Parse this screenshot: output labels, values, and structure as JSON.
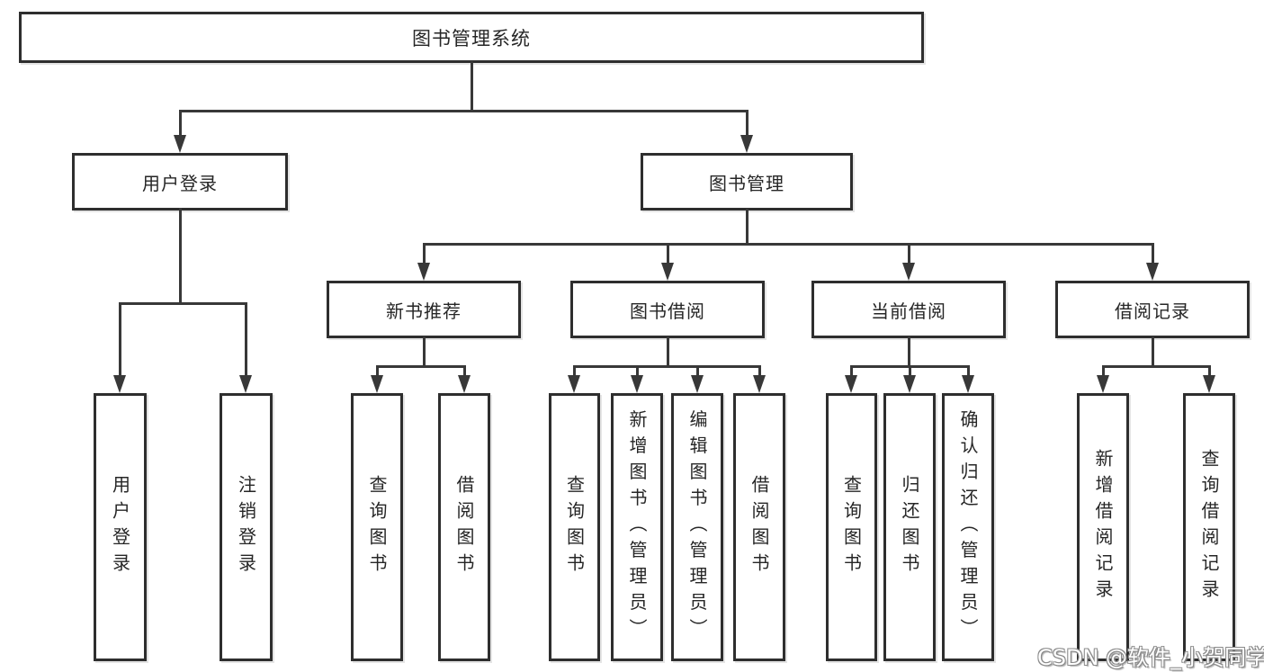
{
  "diagram": {
    "root": {
      "label": "图书管理系统"
    },
    "level2": [
      {
        "label": "用户登录"
      },
      {
        "label": "图书管理"
      }
    ],
    "level3": [
      {
        "label": "新书推荐"
      },
      {
        "label": "图书借阅"
      },
      {
        "label": "当前借阅"
      },
      {
        "label": "借阅记录"
      }
    ],
    "leaves": {
      "user_login": [
        {
          "label": "用户登录"
        },
        {
          "label": "注销登录"
        }
      ],
      "new_book_recommend": [
        {
          "label": "查询图书"
        },
        {
          "label": "借阅图书"
        }
      ],
      "book_borrow": [
        {
          "label": "查询图书"
        },
        {
          "label": "新增图书（管理员）"
        },
        {
          "label": "编辑图书（管理员）"
        },
        {
          "label": "借阅图书"
        }
      ],
      "current_borrow": [
        {
          "label": "查询图书"
        },
        {
          "label": "归还图书"
        },
        {
          "label": "确认归还（管理员）"
        }
      ],
      "borrow_record": [
        {
          "label": "新增借阅记录"
        },
        {
          "label": "查询借阅记录"
        }
      ]
    },
    "colors": {
      "line": "#383838",
      "box_border": "#2e2e2e",
      "text": "#262626",
      "background": "#ffffff"
    }
  },
  "watermark": {
    "text": "CSDN @软件_小贺同学",
    "color": "#ffffff",
    "outline_color": "#8a8a8a"
  }
}
